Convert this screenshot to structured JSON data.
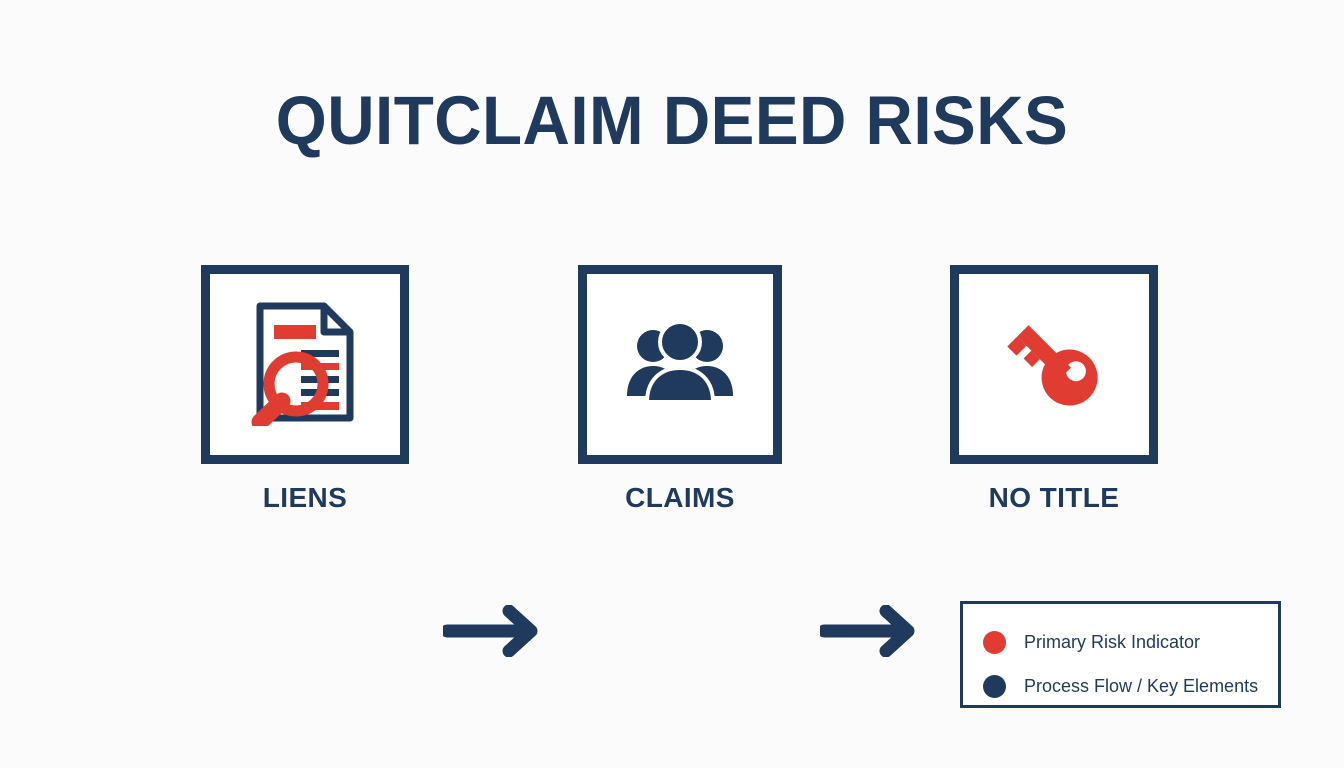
{
  "title": "QUITCLAIM DEED RISKS",
  "colors": {
    "navy": "#1f3a5c",
    "red": "#e03c31",
    "background": "#fbfbfc",
    "box_fill": "#ffffff"
  },
  "flow": {
    "steps": [
      {
        "label": "LIENS",
        "icon": "document-magnifier-icon"
      },
      {
        "label": "CLAIMS",
        "icon": "people-group-icon"
      },
      {
        "label": "NO TITLE",
        "icon": "key-icon"
      }
    ],
    "connectors": [
      {
        "icon": "arrow-right-icon"
      },
      {
        "icon": "arrow-right-icon"
      }
    ]
  },
  "legend": {
    "items": [
      {
        "label": "Primary Risk Indicator",
        "color": "#e03c31"
      },
      {
        "label": "Process Flow / Key Elements",
        "color": "#1f3a5c"
      }
    ]
  }
}
